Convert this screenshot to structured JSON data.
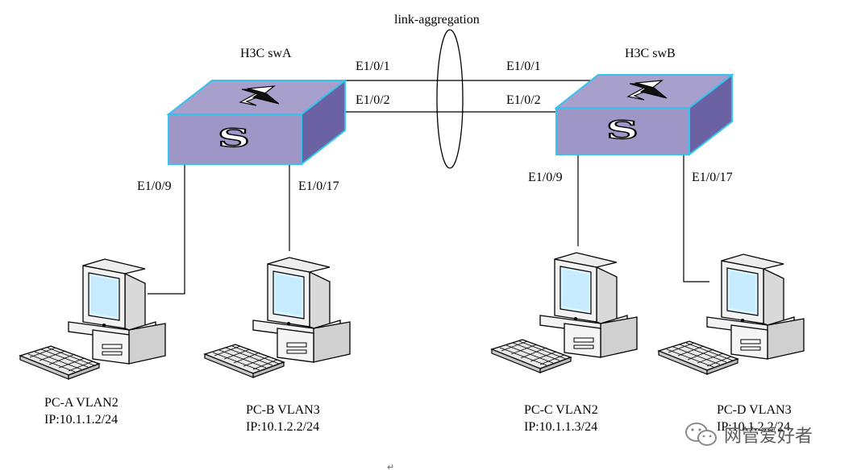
{
  "diagram": {
    "aggregation_label": "link-aggregation",
    "switches": [
      {
        "id": "swA",
        "name": "H3C swA",
        "uplinks": [
          "E1/0/1",
          "E1/0/2"
        ],
        "downlinks": [
          "E1/0/9",
          "E1/0/17"
        ]
      },
      {
        "id": "swB",
        "name": "H3C swB",
        "uplinks": [
          "E1/0/1",
          "E1/0/2"
        ],
        "downlinks": [
          "E1/0/9",
          "E1/0/17"
        ]
      }
    ],
    "switch_icon_glyph": "S",
    "pcs": [
      {
        "id": "pc-a",
        "label": "PC-A VLAN2",
        "ip": "IP:10.1.1.2/24"
      },
      {
        "id": "pc-b",
        "label": "PC-B VLAN3",
        "ip": "IP:10.1.2.2/24"
      },
      {
        "id": "pc-c",
        "label": "PC-C VLAN2",
        "ip": "IP:10.1.1.3/24"
      },
      {
        "id": "pc-d",
        "label": "PC-D VLAN3",
        "ip": "IP:10.1.2.2/24"
      }
    ],
    "paragraph_mark": "↵",
    "watermark": "网管爱好者",
    "colors": {
      "switch_top": "#a8a0cc",
      "switch_front": "#9f96c8",
      "switch_side": "#6a62a2",
      "switch_edge": "#33c3ee",
      "line": "#000000"
    }
  }
}
